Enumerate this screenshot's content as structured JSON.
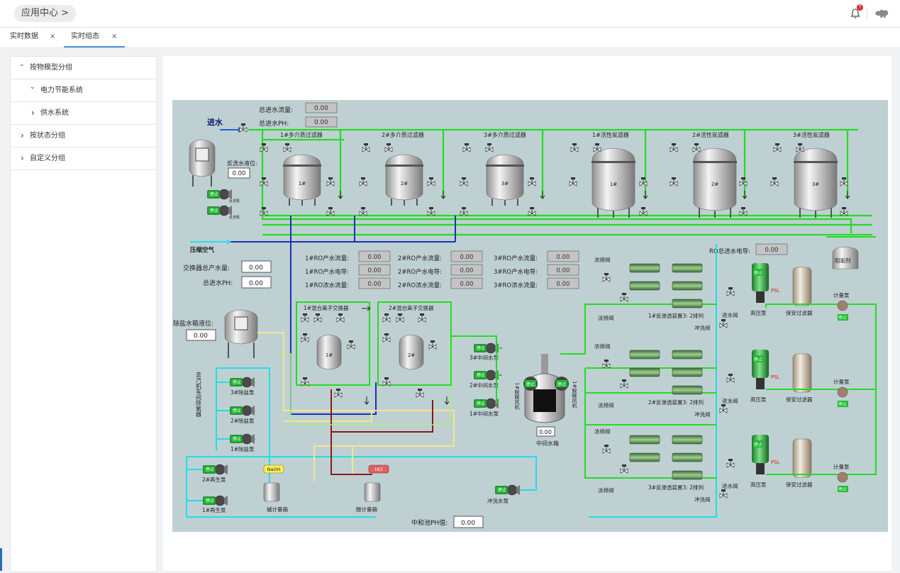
{
  "header": {
    "app_center": "应用中心 >",
    "notification_count": "7"
  },
  "tabs": [
    {
      "label": "实时数据",
      "close": "×"
    },
    {
      "label": "实时组态",
      "close": "×"
    }
  ],
  "sidebar": {
    "items": [
      {
        "label": "按物模型分组",
        "chevron": "⌄"
      },
      {
        "label": "电力节能系统",
        "chevron": "⌄"
      },
      {
        "label": "供水系统",
        "chevron": "›"
      },
      {
        "label": "按状态分组",
        "chevron": "›"
      },
      {
        "label": "自定义分组",
        "chevron": "›"
      }
    ]
  },
  "diagram": {
    "inlet": "进水",
    "compressed_air": "压缩空气",
    "total_inflow_label": "总进水流量:",
    "total_inflow": "0.00",
    "total_inflow_ph_label": "总进水PH:",
    "total_inflow_ph": "0.00",
    "backwash_level_label": "反洗水液位:",
    "backwash_level": "0.00",
    "multimedia_filters": [
      "1#多介质过滤器",
      "2#多介质过滤器",
      "3#多介质过滤器"
    ],
    "carbon_filters": [
      "1#活性炭滤器",
      "2#活性炭滤器",
      "3#活性炭滤器"
    ],
    "filter_tags": [
      "1#",
      "2#",
      "3#"
    ],
    "ro_total_cond_label": "RO总进水电导:",
    "ro_total_cond": "0.00",
    "ro_readings": [
      [
        "1#RO产水流量:",
        "0.00",
        "2#RO产水流量:",
        "0.00",
        "3#RO产水流量:",
        "0.00"
      ],
      [
        "1#RO产水电导:",
        "0.00",
        "2#RO产水电导:",
        "0.00",
        "3#RO产水电导:",
        "0.00"
      ],
      [
        "1#RO浓水流量:",
        "0.00",
        "2#RO浓水流量:",
        "0.00",
        "3#RO浓水流量:",
        "0.00"
      ]
    ],
    "exchanger_total_label": "交换器总产水量:",
    "exchanger_total": "0.00",
    "total_ph_label": "总进水PH:",
    "total_ph": "0.00",
    "desalted_tank_label": "除盐水箱液位:",
    "desalted_tank": "0.00",
    "mixed_bed": [
      "1#混合离子交换器",
      "2#混合离子交换器"
    ],
    "mixed_bed_tags": [
      "1#",
      "2#"
    ],
    "middle_pumps": [
      "3#中间水泵",
      "2#中间水泵",
      "1#中间水泵"
    ],
    "decarb_left": "1#脱碳风机",
    "decarb_right": "1#脱碳风机",
    "middle_tank_level": "0.00",
    "middle_tank": "中间水箱",
    "desalt_pumps": [
      "3#除盐泵",
      "2#除盐泵",
      "1#除盐泵"
    ],
    "vertical_label": "去汽机车间除氧器",
    "regen_pumps": [
      "2#再生泵",
      "1#再生泵"
    ],
    "naoh": "NaOH",
    "hcl": "HCl",
    "alkali_tank": "碱计量箱",
    "acid_tank": "酸计量箱",
    "neutral_ph_label": "中和池PH值:",
    "neutral_ph": "0.00",
    "flush_pump": "冲洗水泵",
    "concentrate_valve": "浓排阀",
    "product_drain": "淡排阀",
    "ro_unit": "1#反渗透装置3: 2排列",
    "ro_unit_3": "3#反渗透装置3: 2排列",
    "ro_unit_2": "2#反渗透装置3: 2排列",
    "inlet_valve": "进水阀",
    "flush_valve": "冲洗阀",
    "hp_pump": "高压泵",
    "security_filter": "保安过滤器",
    "psl": "PSL",
    "antiscalant": "阻垢剂",
    "metering_pump": "计量泵",
    "stop": "停止",
    "backwash_pump": "反洗泵"
  }
}
